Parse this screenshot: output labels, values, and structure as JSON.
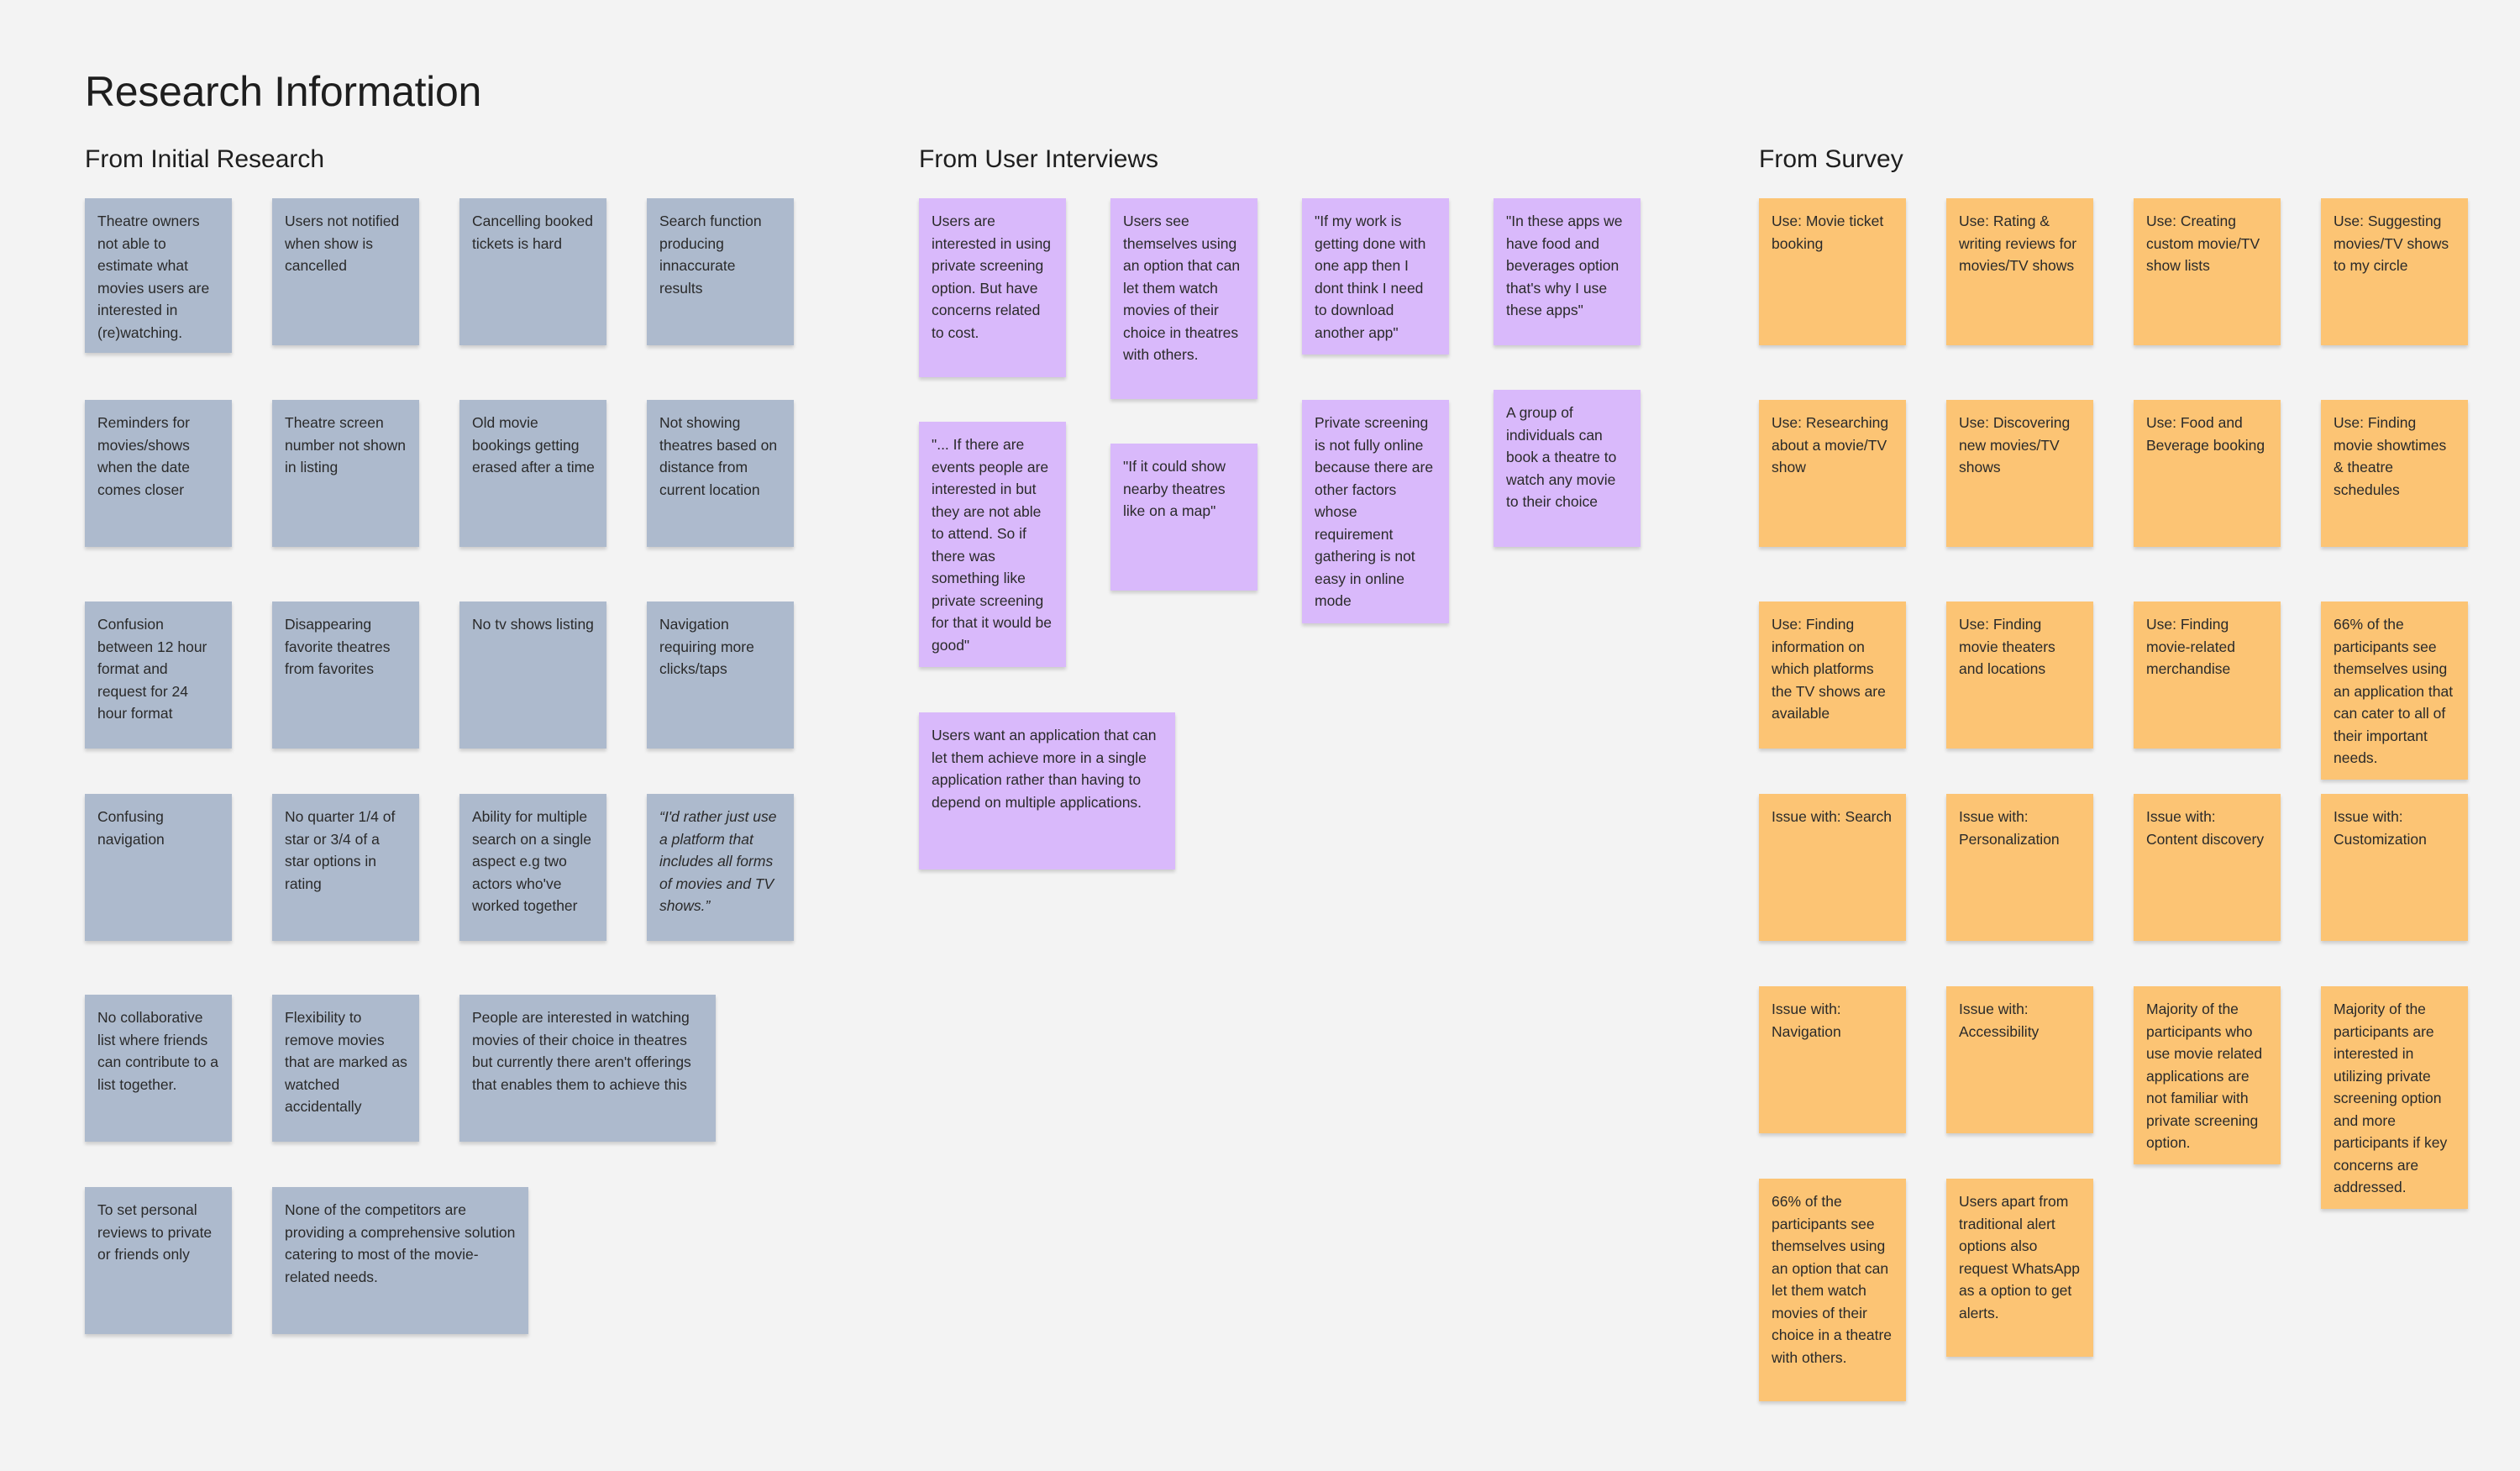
{
  "page_title": "Research Information",
  "colors": {
    "initial_research": "#adbacd",
    "user_interviews": "#d9b9fb",
    "survey": "#fcc474"
  },
  "sections": {
    "initial": {
      "title": "From Initial Research",
      "notes": [
        "Theatre owners not able to estimate what movies users are interested in (re)watching.",
        "Users not notified when show is cancelled",
        "Cancelling booked tickets is hard",
        "Search function producing innaccurate results",
        "Reminders for movies/shows when the date comes closer",
        "Theatre screen number not shown in listing",
        "Old movie bookings getting erased after a time",
        "Not showing theatres based on distance from current location",
        "Confusion between 12 hour format and request for 24 hour format",
        "Disappearing favorite theatres from favorites",
        "No tv shows listing",
        "Navigation requiring more clicks/taps",
        "Confusing navigation",
        "No quarter 1/4 of star or 3/4 of a star options in rating",
        "Ability for multiple search on a single aspect e.g two actors who've worked together",
        "“I'd rather just use a platform that includes all forms of movies and TV shows.”",
        "No collaborative list where friends can contribute to a list together.",
        "Flexibility to remove movies that are marked as watched accidentally",
        "People are interested in watching movies of their choice in theatres but currently there aren't offerings that enables them to achieve this",
        "To set personal reviews to private or friends only",
        "None of the  competitors are providing a comprehensive solution catering to most of the movie-related needs."
      ]
    },
    "interviews": {
      "title": "From User Interviews",
      "notes": [
        "Users are interested in using private screening option. But have concerns related to cost.",
        "Users see themselves using an option that can let them watch movies of their choice in theatres with others.",
        "\"If my work is getting done with one app then I dont think I need to download another app\"",
        "\"In these apps we have food and beverages option that's why I use these apps\"",
        "\"... If there are events people are interested in but they are not able to attend. So if there was something like private screening for that it would be good\"",
        "\"If it could show nearby theatres like on a map\"",
        "Private screening is not fully online because there are other factors whose requirement gathering is not easy in online mode",
        "A group of individuals can book a theatre to watch any movie to their choice",
        "Users want an application that can let them achieve more in a single application rather than having to depend on multiple applications."
      ]
    },
    "survey": {
      "title": "From Survey",
      "notes": [
        "Use: Movie ticket booking",
        "Use: Rating & writing reviews for movies/TV shows",
        "Use: Creating custom movie/TV show lists",
        "Use: Suggesting movies/TV shows to my circle",
        "Use: Researching about a movie/TV show",
        "Use: Discovering new movies/TV shows",
        "Use: Food and Beverage booking",
        "Use: Finding movie showtimes & theatre schedules",
        "Use: Finding information on which platforms the TV shows are available",
        "Use: Finding movie theaters and locations",
        "Use: Finding movie-related merchandise",
        "66% of the participants see themselves using an application that can cater to all of their important needs.",
        "Issue with: Search",
        "Issue with: Personalization",
        "Issue with: Content discovery",
        "Issue with: Customization",
        "Issue with: Navigation",
        "Issue with: Accessibility",
        "Majority of the participants who use movie related applications are not familiar with private screening option.",
        "Majority of the participants are interested in utilizing private screening option and more participants if key concerns are addressed.",
        "66% of the participants see themselves using an option that can let them watch movies of their choice in a theatre with others.",
        "Users apart from traditional alert options also request WhatsApp as a option to get alerts."
      ]
    }
  }
}
